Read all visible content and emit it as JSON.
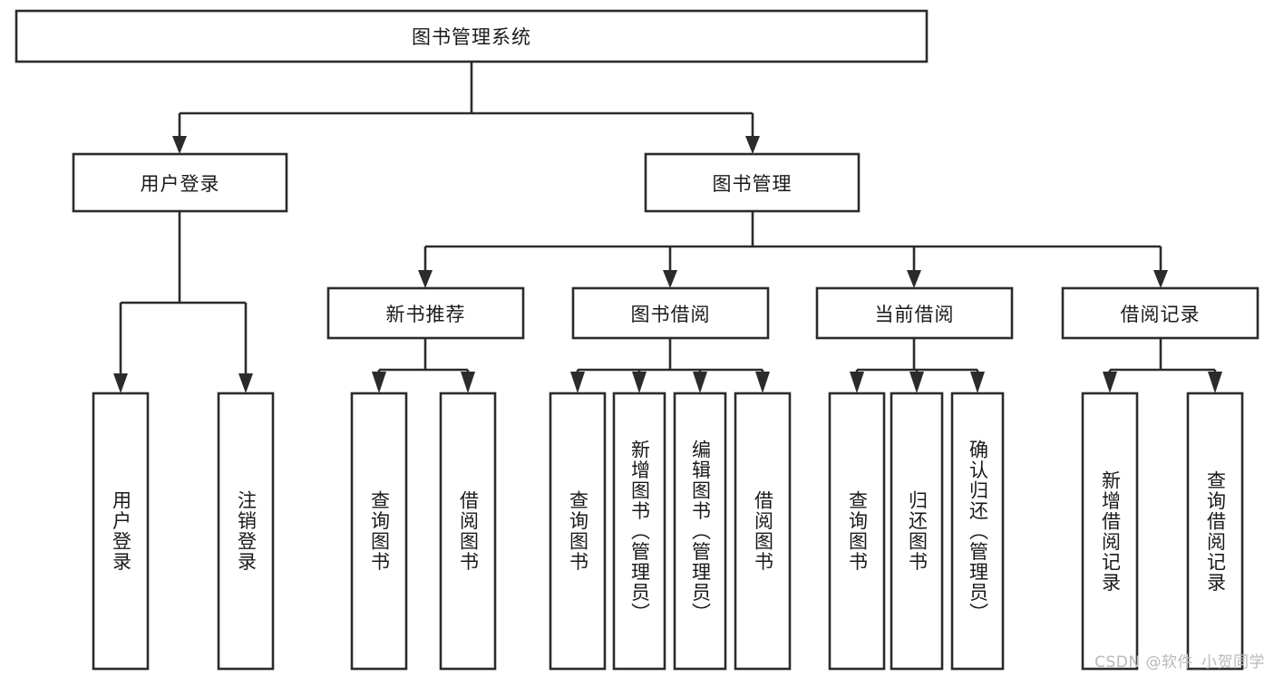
{
  "diagram": {
    "type": "tree",
    "title": "图书管理系统",
    "orientation": "top-down",
    "root": {
      "id": "root",
      "label": "图书管理系统",
      "text_direction": "horizontal"
    },
    "level2": [
      {
        "id": "user-login",
        "label": "用户登录",
        "text_direction": "horizontal"
      },
      {
        "id": "book-manage",
        "label": "图书管理",
        "text_direction": "horizontal"
      }
    ],
    "level3": [
      {
        "id": "new-book-recommend",
        "label": "新书推荐",
        "parent": "book-manage",
        "text_direction": "horizontal"
      },
      {
        "id": "book-borrow",
        "label": "图书借阅",
        "parent": "book-manage",
        "text_direction": "horizontal"
      },
      {
        "id": "current-borrow",
        "label": "当前借阅",
        "parent": "book-manage",
        "text_direction": "horizontal"
      },
      {
        "id": "borrow-record",
        "label": "借阅记录",
        "parent": "book-manage",
        "text_direction": "horizontal"
      }
    ],
    "leaves": [
      {
        "id": "leaf-user-login",
        "label": "用户登录",
        "parent": "user-login",
        "text_direction": "vertical"
      },
      {
        "id": "leaf-user-logout",
        "label": "注销登录",
        "parent": "user-login",
        "text_direction": "vertical"
      },
      {
        "id": "leaf-query-book-1",
        "label": "查询图书",
        "parent": "new-book-recommend",
        "text_direction": "vertical"
      },
      {
        "id": "leaf-borrow-book-1",
        "label": "借阅图书",
        "parent": "new-book-recommend",
        "text_direction": "vertical"
      },
      {
        "id": "leaf-query-book-2",
        "label": "查询图书",
        "parent": "book-borrow",
        "text_direction": "vertical"
      },
      {
        "id": "leaf-add-book",
        "label": "新增图书（管理员）",
        "parent": "book-borrow",
        "text_direction": "vertical"
      },
      {
        "id": "leaf-edit-book",
        "label": "编辑图书（管理员）",
        "parent": "book-borrow",
        "text_direction": "vertical"
      },
      {
        "id": "leaf-borrow-book-2",
        "label": "借阅图书",
        "parent": "book-borrow",
        "text_direction": "vertical"
      },
      {
        "id": "leaf-query-book-3",
        "label": "查询图书",
        "parent": "current-borrow",
        "text_direction": "vertical"
      },
      {
        "id": "leaf-return-book",
        "label": "归还图书",
        "parent": "current-borrow",
        "text_direction": "vertical"
      },
      {
        "id": "leaf-confirm-return",
        "label": "确认归还（管理员）",
        "parent": "current-borrow",
        "text_direction": "vertical"
      },
      {
        "id": "leaf-add-record",
        "label": "新增借阅记录",
        "parent": "borrow-record",
        "text_direction": "vertical"
      },
      {
        "id": "leaf-query-record",
        "label": "查询借阅记录",
        "parent": "borrow-record",
        "text_direction": "vertical"
      }
    ]
  },
  "watermark": {
    "text": "CSDN @软件_小贺同学"
  },
  "colors": {
    "stroke": "#2b2b2b",
    "box_fill": "#ffffff",
    "text": "#1a1a1a",
    "background": "#ffffff",
    "watermark": "#b9b9b9"
  }
}
